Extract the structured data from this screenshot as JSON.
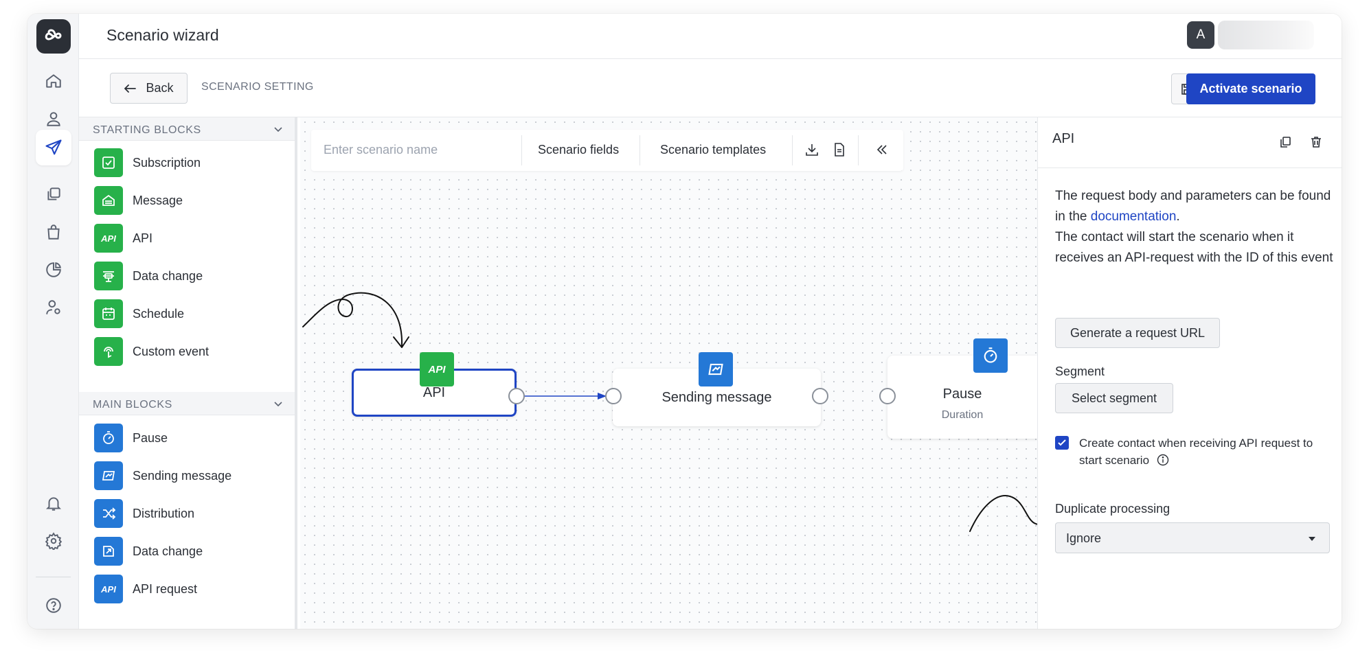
{
  "header": {
    "title": "Scenario wizard",
    "avatar_letter": "A"
  },
  "subbar": {
    "back_label": "Back",
    "breadcrumb": "SCENARIO SETTING",
    "activate_label": "Activate scenario"
  },
  "blocks_panel": {
    "starting": {
      "title": "STARTING BLOCKS",
      "items": [
        {
          "label": "Subscription",
          "icon": "checkbox-icon"
        },
        {
          "label": "Message",
          "icon": "mailbox-icon"
        },
        {
          "label": "API",
          "icon": "api-icon",
          "icon_text": "API"
        },
        {
          "label": "Data change",
          "icon": "data-change-icon"
        },
        {
          "label": "Schedule",
          "icon": "calendar-icon"
        },
        {
          "label": "Custom event",
          "icon": "touch-icon"
        }
      ]
    },
    "main": {
      "title": "MAIN BLOCKS",
      "items": [
        {
          "label": "Pause",
          "icon": "timer-icon"
        },
        {
          "label": "Sending message",
          "icon": "message-icon"
        },
        {
          "label": "Distribution",
          "icon": "shuffle-icon"
        },
        {
          "label": "Data change",
          "icon": "data-change-icon"
        },
        {
          "label": "API request",
          "icon": "api-icon",
          "icon_text": "API"
        }
      ]
    }
  },
  "canvas": {
    "toolbar": {
      "name_placeholder": "Enter scenario name",
      "fields_label": "Scenario fields",
      "templates_label": "Scenario templates"
    },
    "nodes": [
      {
        "label": "API",
        "icon_text": "API",
        "selected": true
      },
      {
        "label": "Sending message"
      },
      {
        "label": "Pause",
        "sub": "Duration"
      }
    ]
  },
  "right_panel": {
    "title": "API",
    "desc_1": "The request body and parameters can be found in the ",
    "desc_link": "documentation",
    "desc_2": ".",
    "desc_3": "The contact will start the scenario when it receives an API-request with the ID of this event",
    "generate_label": "Generate a request URL",
    "segment_label": "Segment",
    "select_segment_label": "Select segment",
    "checkbox_label": "Create contact when receiving API request to start scenario",
    "checkbox_checked": true,
    "duplicate_label": "Duplicate processing",
    "duplicate_value": "Ignore"
  },
  "colors": {
    "accent": "#1f45c4",
    "green_block": "#27b14a",
    "blue_block": "#2478d6"
  }
}
